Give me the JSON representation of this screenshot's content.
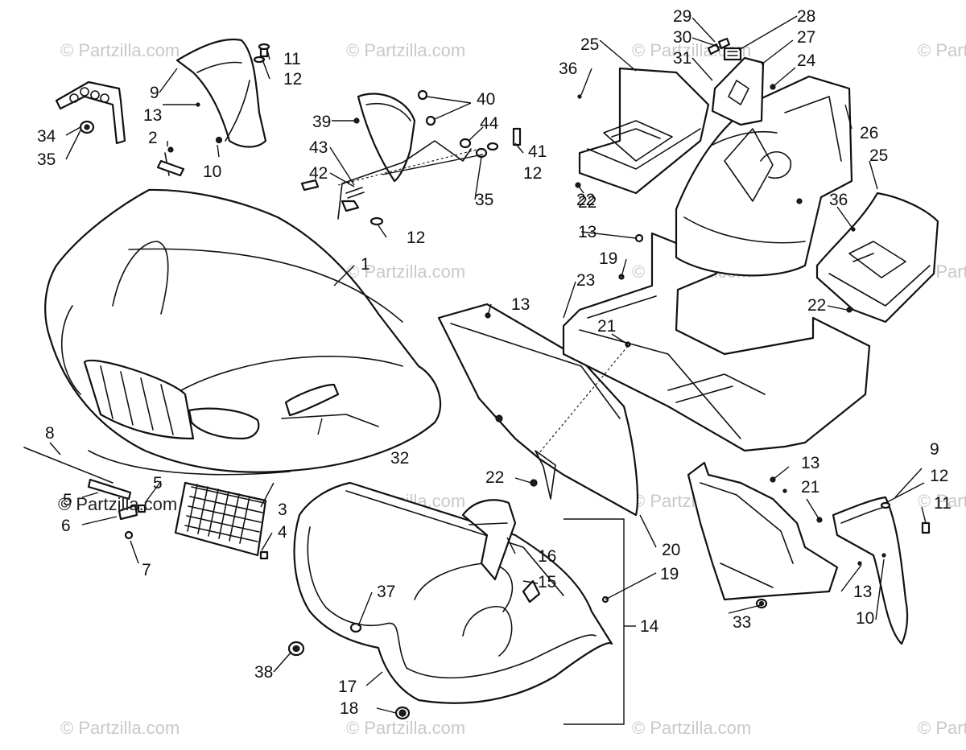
{
  "watermark": {
    "text": "© Partzilla.com"
  },
  "callouts": [
    "1",
    "2",
    "3",
    "4",
    "5",
    "5",
    "6",
    "7",
    "8",
    "9",
    "9",
    "10",
    "10",
    "11",
    "11",
    "12",
    "12",
    "12",
    "12",
    "13",
    "13",
    "13",
    "13",
    "13",
    "14",
    "15",
    "16",
    "17",
    "18",
    "19",
    "19",
    "20",
    "21",
    "21",
    "22",
    "22",
    "22",
    "22",
    "23",
    "24",
    "25",
    "25",
    "26",
    "27",
    "28",
    "29",
    "30",
    "31",
    "32",
    "33",
    "34",
    "35",
    "35",
    "36",
    "36",
    "37",
    "38",
    "39",
    "40",
    "41",
    "42",
    "43",
    "44"
  ]
}
